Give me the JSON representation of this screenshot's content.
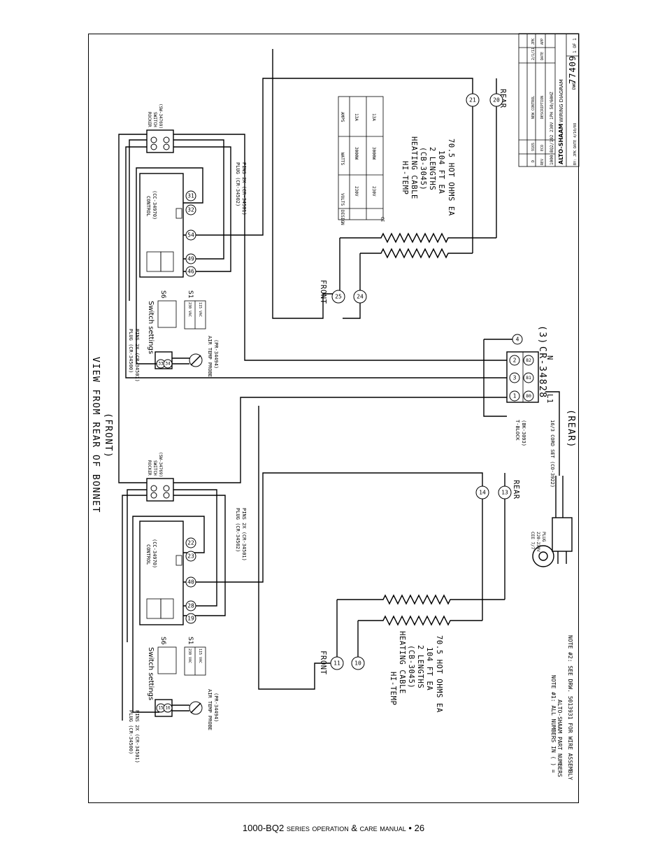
{
  "view_title": "VIEW FROM REAR OF BONNET",
  "view_subtitle": "(FRONT)",
  "rear_label": "(REAR)",
  "cord_part": "CR-34828",
  "cord_qty": "(3)",
  "heating_upper": [
    "HI-TEMP",
    "HEATING CABLE",
    "(CB-3045)",
    "2 LENGTHS",
    "104 FT EA",
    "70.5 HOT OHMS EA"
  ],
  "heating_lower": [
    "HI-TEMP",
    "HEATING CABLE",
    "(CB-3045)",
    "2 LENGTHS",
    "104 FT EA",
    "70.5 HOT OHMS EA"
  ],
  "front_label": "FRONT",
  "rear_small": "REAR",
  "rocker_label": [
    "ROCKER",
    "SWITCH",
    "(SW-34769)"
  ],
  "control_label": [
    "CONTROL",
    "(CC-34970)"
  ],
  "plug_control": [
    "PLUG (CR-34502)",
    "PINS 2X (CR-34501)"
  ],
  "plug_probe": [
    "PLUG (CR-34500)",
    "PINS 2X (CR-34501)"
  ],
  "probe_label": [
    "AIR TEMP PROBE",
    "(PR-34494)"
  ],
  "switch_settings": "Switch settings",
  "s6": "S6",
  "s1": "S1",
  "vac_230": "230 VAC",
  "vac_115": "115 VAC",
  "tblock": [
    "T-BLOCK",
    "(BK-3093)"
  ],
  "cord_set": "16/3 CORD SET (CO-3922)",
  "cee_plug": [
    "CEE 7/7",
    "220-230V",
    "PLUG"
  ],
  "terminal_names": {
    "l1": "L1",
    "n": "N"
  },
  "upper_nodes": {
    "a": "21",
    "b": "20",
    "c": "25",
    "d": "24",
    "e": "31",
    "f": "32",
    "g": "54",
    "h": "49",
    "i": "46",
    "j": "33",
    "k": "34"
  },
  "lower_nodes": {
    "a": "14",
    "b": "13",
    "c": "11",
    "d": "10",
    "e": "22",
    "f": "23",
    "g": "40",
    "h": "28",
    "i": "19",
    "j": "15",
    "k": "16"
  },
  "tblock_nodes": {
    "t1": "1",
    "t2": "3",
    "t3": "2",
    "t4": "4",
    "s1": "80",
    "s2": "81",
    "s3": "82"
  },
  "spec_table": {
    "headers": [
      "CE",
      "VOLTS",
      "WATTS",
      "AMPS"
    ],
    "design": "DESIGN",
    "rows": [
      [
        "230V",
        "3000W",
        "13A"
      ],
      [
        "230V",
        "3000W",
        "13A"
      ]
    ]
  },
  "title_block": {
    "brand": "ALTO-SHAAM",
    "title": "WIRING DIAGRAM",
    "model": "1000-BQ2/192 230V 1PH 50/60HZ",
    "drawing_no": "77409",
    "dwg_label": "DWG",
    "sheet": "1 OF 1",
    "by": "BY: JPK DATE 4/10/08",
    "rev_headers": [
      "REV",
      "ECO",
      "DESCRIPTION",
      "DATE",
      "APP"
    ],
    "rev_row": [
      "D",
      "9165",
      "NEW CONTROL",
      "2/1/11",
      "JPK"
    ]
  },
  "notes": [
    "NOTE #1: ALL NUMBERS IN ( ) =",
    "ALTO-SHAAM PART NUMBERS",
    "NOTE #2: SEE DRW. 5013931 FOR WIRE ASSEMBLY"
  ],
  "footer": {
    "model": "1000-BQ2",
    "text": "series operation & care manual",
    "page": "26"
  }
}
